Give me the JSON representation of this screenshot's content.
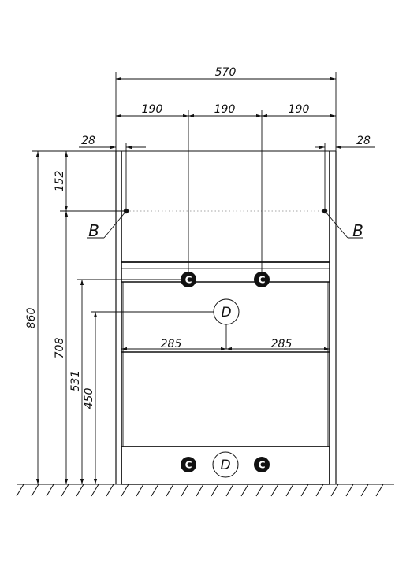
{
  "dimensions": {
    "total_width": "570",
    "third_left": "190",
    "third_mid": "190",
    "third_right": "190",
    "side_left": "28",
    "side_right": "28",
    "total_height": "860",
    "top_offset": "152",
    "height_708": "708",
    "height_531": "531",
    "height_450": "450",
    "half_left": "285",
    "half_right": "285"
  },
  "labels": {
    "b_left": "B",
    "b_right": "B",
    "c_upper_left": "C",
    "c_upper_right": "C",
    "c_lower_left": "C",
    "c_lower_right": "C",
    "d_upper": "D",
    "d_lower": "D"
  }
}
